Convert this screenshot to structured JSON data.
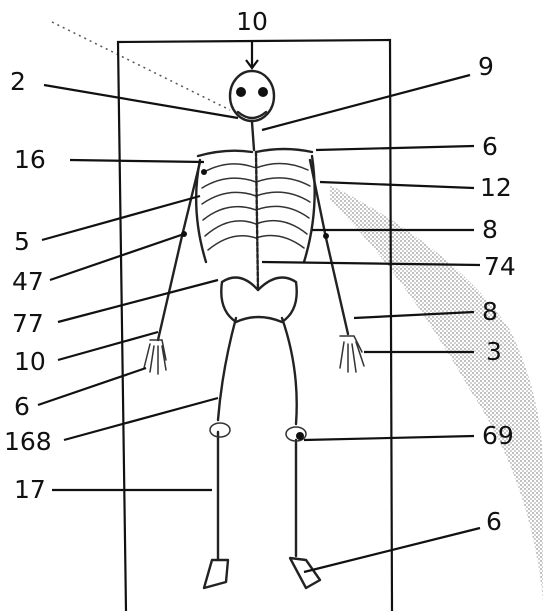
{
  "labels": {
    "top": "10",
    "left": [
      "2",
      "16",
      "5",
      "47",
      "77",
      "10",
      "6",
      "168",
      "17"
    ],
    "right": [
      "9",
      "6",
      "12",
      "8",
      "74",
      "8",
      "3",
      "69",
      "6"
    ]
  },
  "icons": {
    "skeleton": "skeleton-figure",
    "radiation": "radiation-field-shading"
  }
}
